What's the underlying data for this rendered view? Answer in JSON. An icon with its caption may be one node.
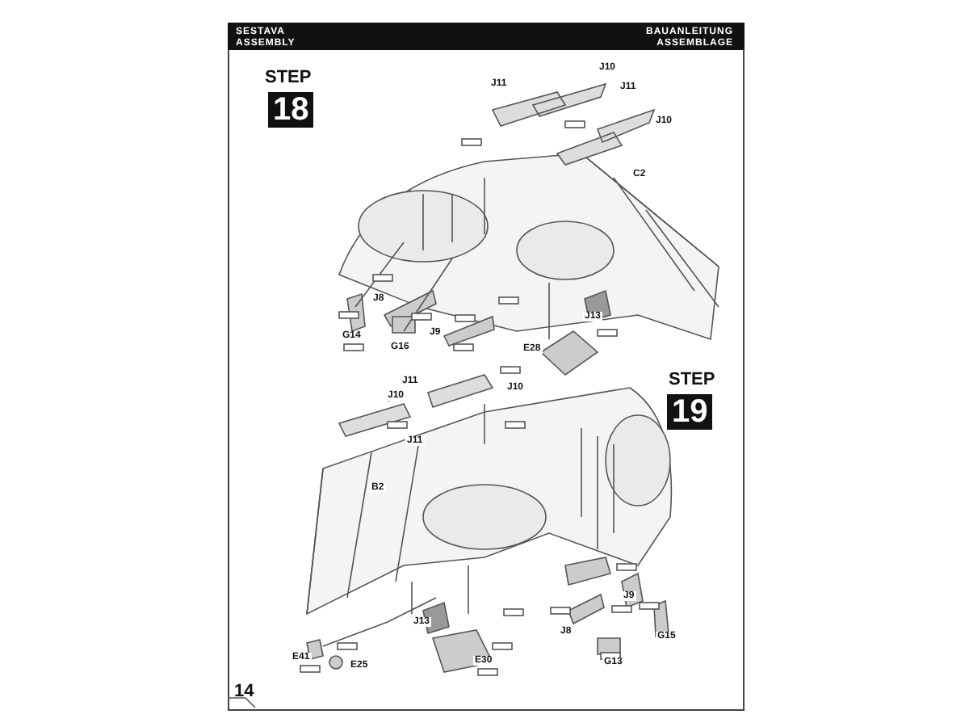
{
  "diagram": {
    "labels": [
      "SESTAVA",
      "ASSEMBLY",
      "BAUANLEITUNG",
      "ASSEMBLAGE",
      "STEP",
      "18",
      "J11",
      "J10",
      "J11",
      "J10",
      "C2",
      "J8",
      "G14",
      "G16",
      "J9",
      "J13",
      "E28",
      "J11",
      "J10",
      "STEP",
      "19",
      "J10",
      "J11",
      "B2",
      "J9",
      "G15",
      "J13",
      "J8",
      "E41",
      "E25",
      "E30",
      "G13",
      "14"
    ]
  }
}
